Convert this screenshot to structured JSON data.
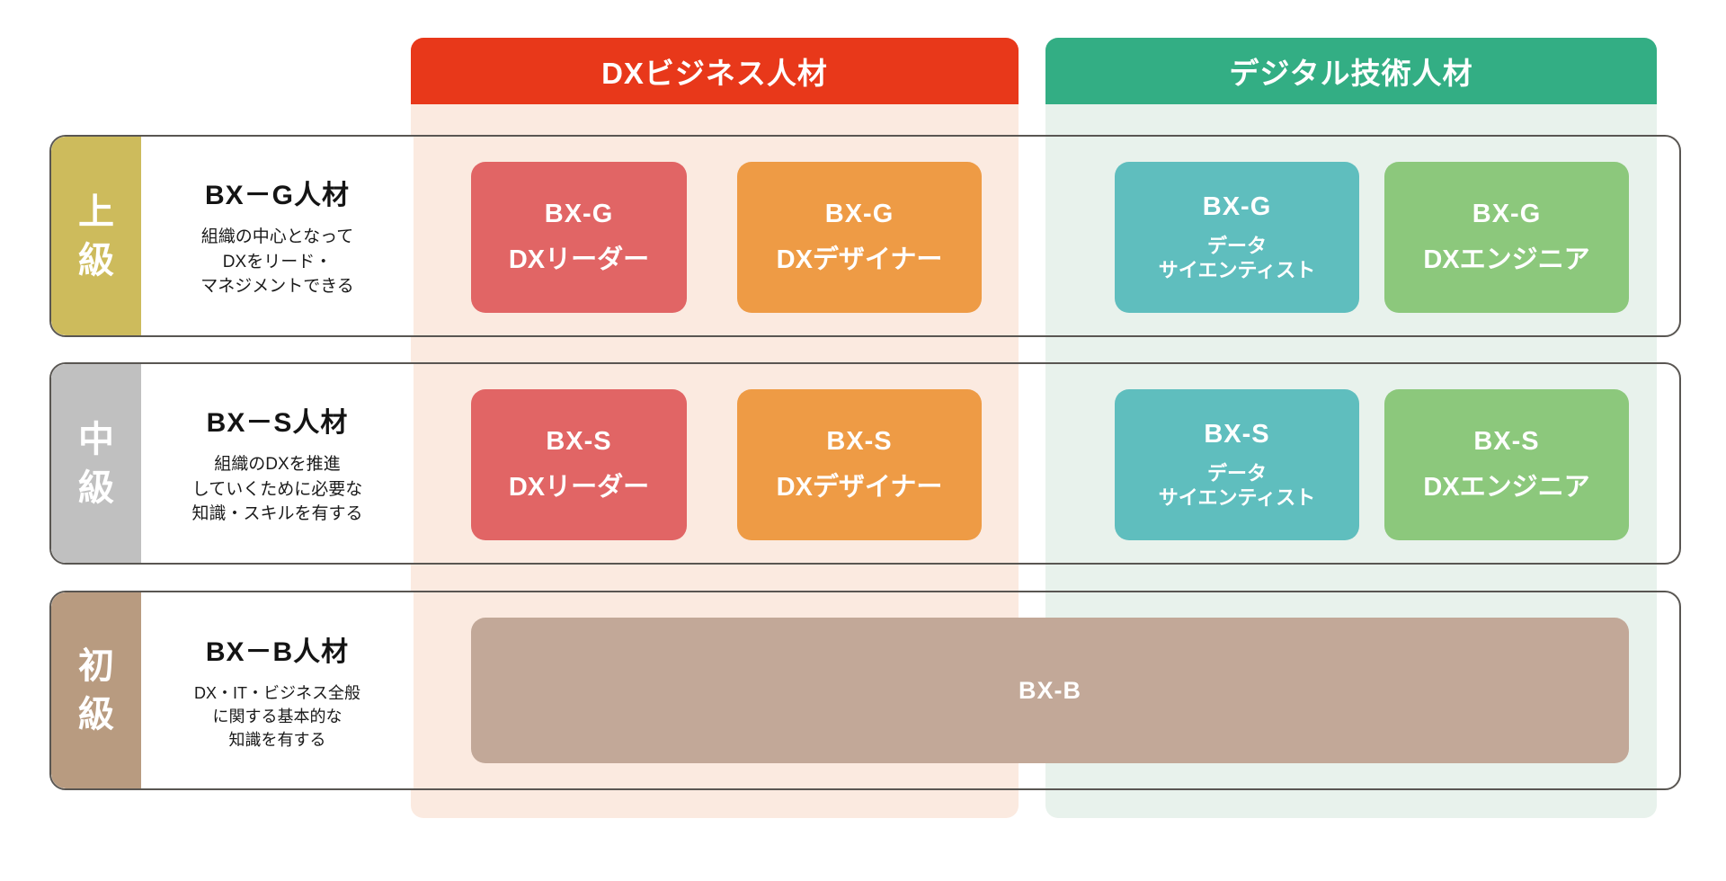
{
  "columns": [
    {
      "id": "business",
      "label": "DXビジネス人材",
      "color": "#E8381A",
      "band_color": "#FBEAE0"
    },
    {
      "id": "tech",
      "label": "デジタル技術人材",
      "color": "#33AE84",
      "band_color": "#E8F2EC"
    }
  ],
  "rows": [
    {
      "level": "上級",
      "level_chars": [
        "上",
        "級"
      ],
      "badge_color": "#CDBB5C",
      "title": "BX－G人材",
      "description": "組織の中心となって\nDXをリード・\nマネジメントできる",
      "cards": [
        {
          "code": "BX-G",
          "role": "DXリーダー",
          "color": "#E16565",
          "column": "business"
        },
        {
          "code": "BX-G",
          "role": "DXデザイナー",
          "color": "#EE9B45",
          "column": "business"
        },
        {
          "code": "BX-G",
          "role": "データ\nサイエンティスト",
          "color": "#5FBEBE",
          "column": "tech",
          "role_small": true
        },
        {
          "code": "BX-G",
          "role": "DXエンジニア",
          "color": "#8CC87C",
          "column": "tech"
        }
      ]
    },
    {
      "level": "中級",
      "level_chars": [
        "中",
        "級"
      ],
      "badge_color": "#C0C0C0",
      "title": "BX－S人材",
      "description": "組織のDXを推進\nしていくために必要な\n知識・スキルを有する",
      "cards": [
        {
          "code": "BX-S",
          "role": "DXリーダー",
          "color": "#E16565",
          "column": "business"
        },
        {
          "code": "BX-S",
          "role": "DXデザイナー",
          "color": "#EE9B45",
          "column": "business"
        },
        {
          "code": "BX-S",
          "role": "データ\nサイエンティスト",
          "color": "#5FBEBE",
          "column": "tech",
          "role_small": true
        },
        {
          "code": "BX-S",
          "role": "DXエンジニア",
          "color": "#8CC87C",
          "column": "tech"
        }
      ]
    },
    {
      "level": "初級",
      "level_chars": [
        "初",
        "級"
      ],
      "badge_color": "#B89B80",
      "title": "BX－B人材",
      "description": "DX・IT・ビジネス全般\nに関する基本的な\n知識を有する",
      "cards": [
        {
          "code": "BX-B",
          "role": "",
          "color": "#C2A898",
          "column": "both",
          "wide": true
        }
      ]
    }
  ]
}
